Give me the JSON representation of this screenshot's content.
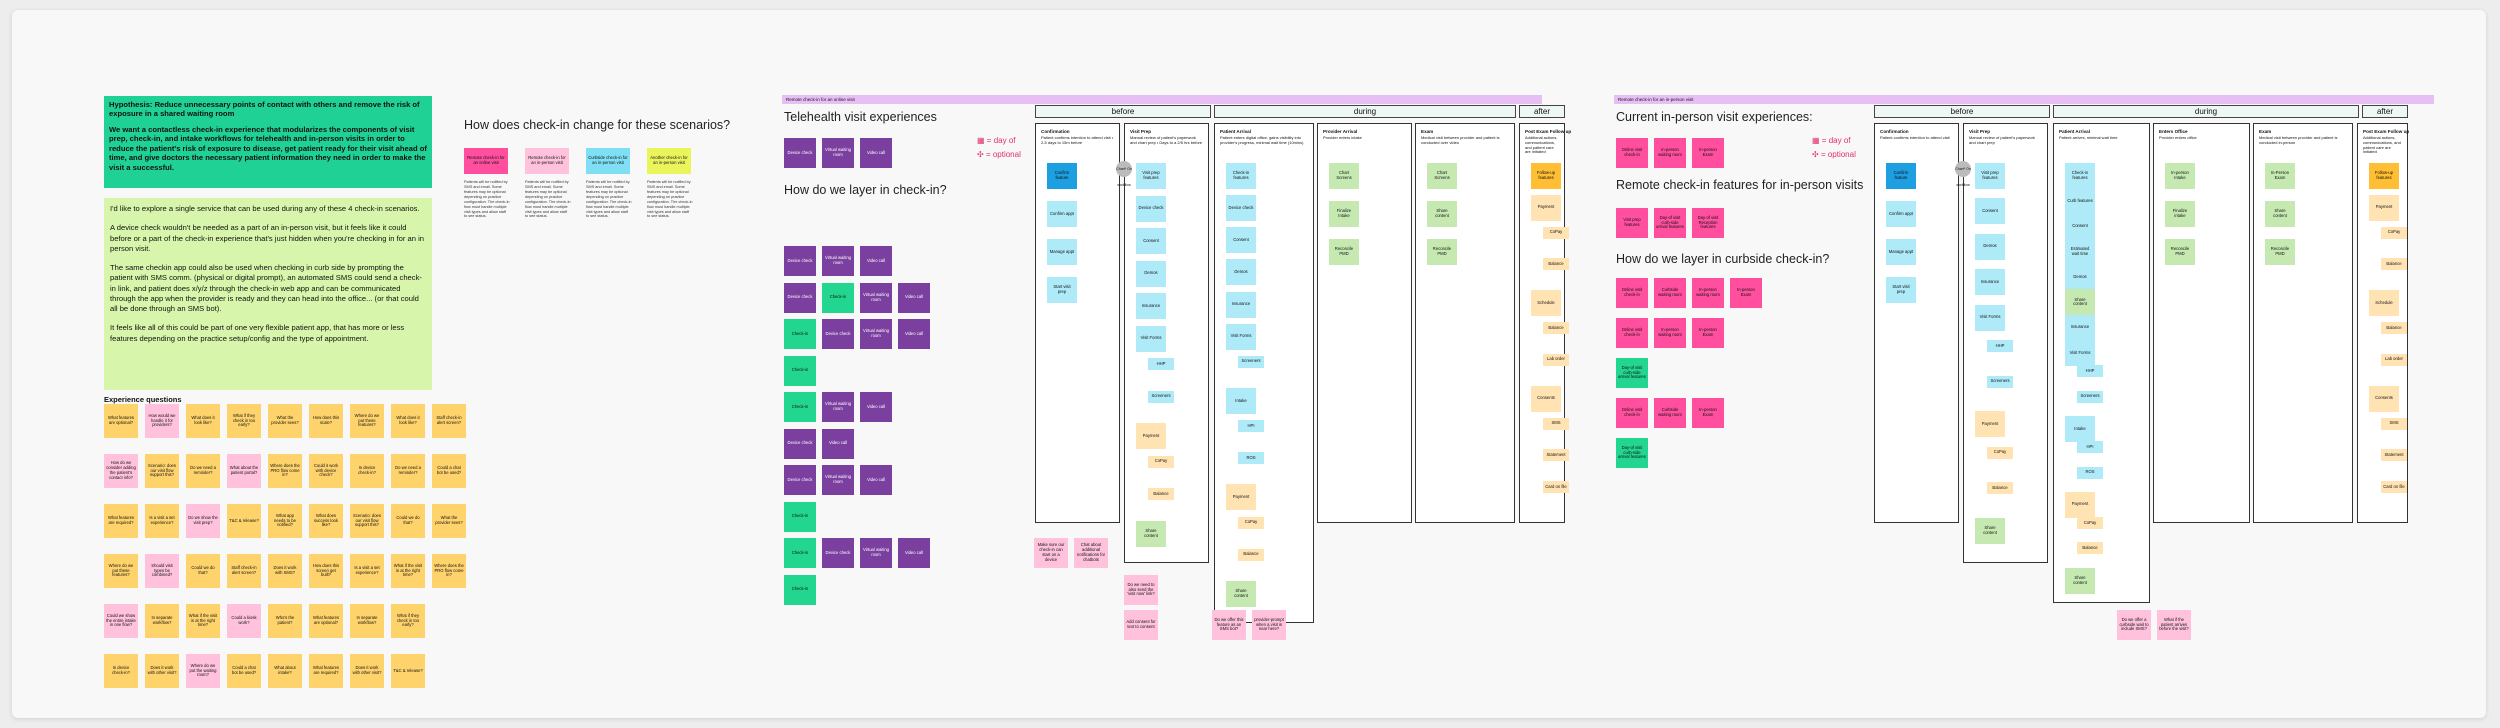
{
  "hypothesis": {
    "title": "Hypothesis: Reduce unnecessary points of contact with others and remove the risk of exposure in a shared waiting room",
    "body": "We want a contactless check-in experience that modularizes the components of visit prep, check-in, and intake workflows for telehealth and in-person visits in order to reduce the patient's risk of exposure to disease, get patient ready for their visit ahead of time, and give doctors the necessary patient information they need in order to make the visit a successful."
  },
  "notes": [
    "I'd like to explore a single service that can be used during any of these 4 check-in scenarios.",
    "A device check wouldn't be needed as a part of an in-person visit, but it feels like it could before or a part of the check-in experience that's just hidden when you're checking in for an in person visit.",
    "The same checkin app could also be used when checking in curb side by prompting the patient with SMS comm. (physical or digital prompt), an automated SMS could send a check-in link, and patient does x/y/z through the check-in web app and can be communicated through the app when the provider is ready and they can head into the office... (or that could all be done through an SMS bot).",
    "It feels like all of this could be part of one very flexible patient app, that has more or less features depending on the practice setup/config and the type of appointment."
  ],
  "experience_questions": {
    "label": "Experience questions",
    "yellow": [
      "What features are optional?",
      "What features are required?",
      "Where do we put these features?",
      "In device check-in?",
      "Scenario: does our visit flow support this?",
      "Is a visit a set experience?",
      "In separate workflow?",
      "Does it work with other visit?",
      "What does it look like?",
      "Do we need a reminder?",
      "Could we do that?",
      "What if the visit is at the right time?",
      "What if they check in too early?",
      "T&C & release?",
      "Staff check-in alert screen?",
      "Could a chat bot be used?",
      "What the provider sees?",
      "Where does the PRO flow come in?",
      "What app needs to be notified?",
      "Does it work with SMS?",
      "Who's the patient?",
      "What about intake?",
      "How does this scale?",
      "Could it work with device check?",
      "What does success look like?",
      "How does this screen get built?"
    ],
    "pink": [
      "How do we consider adding the patient's contact info?",
      "Could we show the entire intake in one flow?",
      "How would we handle it for providers?",
      "Should visit types be combined?",
      "Do we show the visit prep?",
      "Where do we put the waiting room?",
      "What about the patient portal?",
      "Could a kiosk work?"
    ]
  },
  "scenarios": {
    "title": "How does check-in change for these scenarios?",
    "items": [
      "Remote check-in for an online visit",
      "Remote check-in for an in-person visit",
      "Curbside check-in for an in-person visit",
      "Another check-in for an in-person visit"
    ],
    "col_text": "Patients will be notified by SMS and email. Some features may be optional depending on practice configuration. The check-in flow must handle multiple visit types and allow staff to see status."
  },
  "telehealth": {
    "banner": "Remote check-in for an online visit",
    "title": "Telehealth visit experiences",
    "layer_title": "How do we layer in check-in?",
    "phases": [
      "before",
      "during",
      "after"
    ],
    "legend": [
      "= day of",
      "= optional"
    ],
    "top_row": [
      "Device check",
      "Virtual waiting room",
      "Video call"
    ],
    "rows": [
      [
        "Device check",
        "Virtual waiting room",
        "Video call"
      ],
      [
        "Device check",
        "Check-in",
        "Virtual waiting room",
        "Video call"
      ],
      [
        "Check-in",
        "Device check",
        "Virtual waiting room",
        "Video call"
      ],
      [
        "Check-in"
      ],
      [
        "Check-in",
        "Virtual waiting room",
        "Video call"
      ],
      [
        "Device check",
        "Video call"
      ],
      [
        "Device check",
        "Virtual waiting room",
        "Video call"
      ],
      [
        "Check-in"
      ],
      [
        "Check-in",
        "Device check",
        "Virtual waiting room",
        "Video call"
      ],
      [
        "Check-in"
      ]
    ],
    "columns": [
      {
        "title": "Confirmation",
        "desc": "Patient confirms intention to attend visit • 2-5 days to 15m before",
        "cards": [
          "Confirm feature",
          "Confirm appt",
          "Manage appt",
          "Start visit prep"
        ]
      },
      {
        "title": "Visit Prep",
        "desc": "Manual review of patient's paperwork and chart prep • Days to a 2/5 hrs before",
        "cards": [
          "Visit prep features",
          "Device check",
          "Consent",
          "Demos",
          "Insurance",
          "Visit Forms",
          "HHP",
          "Screeners",
          "Payment",
          "CoPay",
          "Balance",
          "Share content"
        ]
      },
      {
        "title": "Patient Arrival",
        "desc": "Patient enters digital office, gains visibility into provider's progress, minimal wait time (10mins)",
        "cards": [
          "Check-in features",
          "Device check",
          "Consent",
          "Demos",
          "Insurance",
          "Visit Forms",
          "Screeners",
          "Intake",
          "HPI",
          "ROS",
          "Payment",
          "CoPay",
          "Balance",
          "Share content"
        ]
      },
      {
        "title": "Provider Arrival",
        "desc": "Provider enters intake",
        "cards": [
          "Chart Screens",
          "Finalize Intake",
          "Reconcile PMD"
        ]
      },
      {
        "title": "Exam",
        "desc": "Medical visit between provider and patient is conducted over video",
        "cards": [
          "Chart Screens",
          "Share content",
          "Reconcile PMD"
        ]
      },
      {
        "title": "Post Exam Follow up",
        "desc": "Additional actions, communications, and patient care are initiated",
        "cards": [
          "Follow-up features",
          "Payment",
          "CoPay",
          "Balance",
          "Schedule",
          "Balance",
          "Lab order",
          "Consents",
          "SMS",
          "Statement",
          "Card on file"
        ]
      }
    ],
    "bottom_notes": [
      "Make sure our check-in can start on a device",
      "Chat about additional notifications for chatbots",
      "Do we need to also send the 'visit now' link?",
      "Add consent for text to consent",
      "Do we offer this feature as an SMS bot?",
      "provider-prompt when a visit is near here?"
    ],
    "chart_label": "Chart* On workflow"
  },
  "inperson": {
    "banner": "Remote check-in for an in-person visit",
    "title": "Current in-person visit experiences:",
    "remote_title": "Remote check-in features for in-person visits",
    "curbside_title": "How do we layer in curbside check-in?",
    "phases": [
      "before",
      "during",
      "after"
    ],
    "legend": [
      "= day of",
      "= optional"
    ],
    "top_row": [
      "Online visit check-in",
      "In-person waiting room",
      "In-person Exam"
    ],
    "remote_row": [
      "Visit prep features",
      "Day-of visit curb-side arrival features",
      "Day-of visit Reception features"
    ],
    "curbside_rows": [
      [
        "Online visit check-in",
        "Curbside waiting room",
        "In-person waiting room",
        "In-person Exam"
      ],
      [
        "Online visit check-in",
        "In-person waiting room",
        "In-person Exam"
      ],
      [
        "Day-of visit curb-side arrival features"
      ],
      [
        "Online visit check-in",
        "Curbside waiting room",
        "In-person Exam"
      ],
      [
        "Day-of visit curb-side arrival features"
      ]
    ],
    "columns": [
      {
        "title": "Confirmation",
        "desc": "Patient confirms intention to attend visit",
        "cards": [
          "Confirm feature",
          "Confirm appt",
          "Manage appt",
          "Start visit prep"
        ]
      },
      {
        "title": "Visit Prep",
        "desc": "Manual review of patient's paperwork and chart prep",
        "cards": [
          "Visit prep features",
          "Consent",
          "Demos",
          "Insurance",
          "Visit Forms",
          "HHP",
          "Screeners",
          "Payment",
          "CoPay",
          "Balance",
          "Share content"
        ]
      },
      {
        "title": "Patient Arrival",
        "desc": "Patient arrives, minimal wait time",
        "cards": [
          "Check-in features",
          "Curb features",
          "Consent",
          "Estimated wait time",
          "Demos",
          "Share content",
          "Insurance",
          "Visit Forms",
          "HHP",
          "Screeners",
          "Intake",
          "HPI",
          "ROS",
          "Payment",
          "CoPay",
          "Balance",
          "Share content"
        ]
      },
      {
        "title": "Enters Office",
        "desc": "Provider enters office",
        "cards": [
          "In-person Intake",
          "Finalize intake",
          "Reconcile PMD"
        ]
      },
      {
        "title": "Exam",
        "desc": "Medical visit between provider and patient is conducted in-person",
        "cards": [
          "In-Person Exam",
          "Share content",
          "Reconcile PMD"
        ]
      },
      {
        "title": "Post Exam Follow up",
        "desc": "Additional actions, communications, and patient care are initiated",
        "cards": [
          "Follow-up features",
          "Payment",
          "CoPay",
          "Balance",
          "Schedule",
          "Balance",
          "Lab order",
          "Consents",
          "SMS",
          "Statement",
          "Card on file"
        ]
      }
    ],
    "bottom_notes": [
      "Do we offer a curbside wait to include SMS?",
      "What if the patient arrives before the visit?"
    ],
    "chart_label": "Chart* On workflow"
  }
}
